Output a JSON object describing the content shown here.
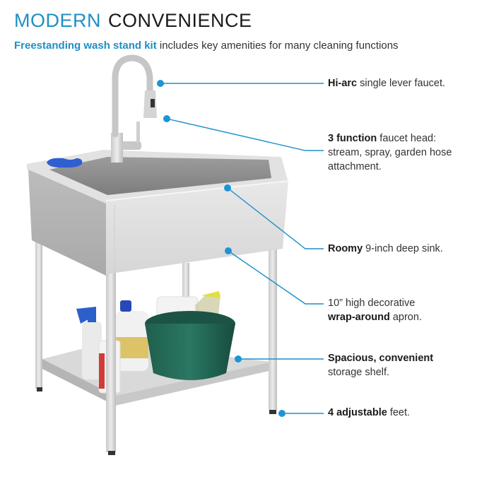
{
  "header": {
    "title_accent": "MODERN",
    "title_main": "CONVENIENCE",
    "subtitle_accent": "Freestanding wash stand kit",
    "subtitle_rest": " includes key amenities for many cleaning functions"
  },
  "colors": {
    "accent": "#1e8fc4",
    "callout_dot": "#1c95d6",
    "text": "#333333"
  },
  "callouts": [
    {
      "id": "faucet",
      "bold": "Hi-arc",
      "text": " single lever faucet.",
      "line2_bold": "",
      "line2": "",
      "line3": ""
    },
    {
      "id": "faucet-head",
      "bold": "3 function",
      "text": " faucet head:",
      "line2_bold": "",
      "line2": "stream, spray, garden hose",
      "line3": "attachment."
    },
    {
      "id": "sink",
      "bold": "Roomy",
      "text": " 9-inch deep sink.",
      "line2_bold": "",
      "line2": "",
      "line3": ""
    },
    {
      "id": "apron",
      "bold": "",
      "text": "10” high decorative",
      "line2_bold": "wrap-around",
      "line2": " apron.",
      "line3": ""
    },
    {
      "id": "shelf",
      "bold": "Spacious, convenient",
      "text": "",
      "line2_bold": "",
      "line2": "storage shelf.",
      "line3": ""
    },
    {
      "id": "feet",
      "bold": "4 adjustable",
      "text": " feet.",
      "line2_bold": "",
      "line2": "",
      "line3": ""
    }
  ]
}
